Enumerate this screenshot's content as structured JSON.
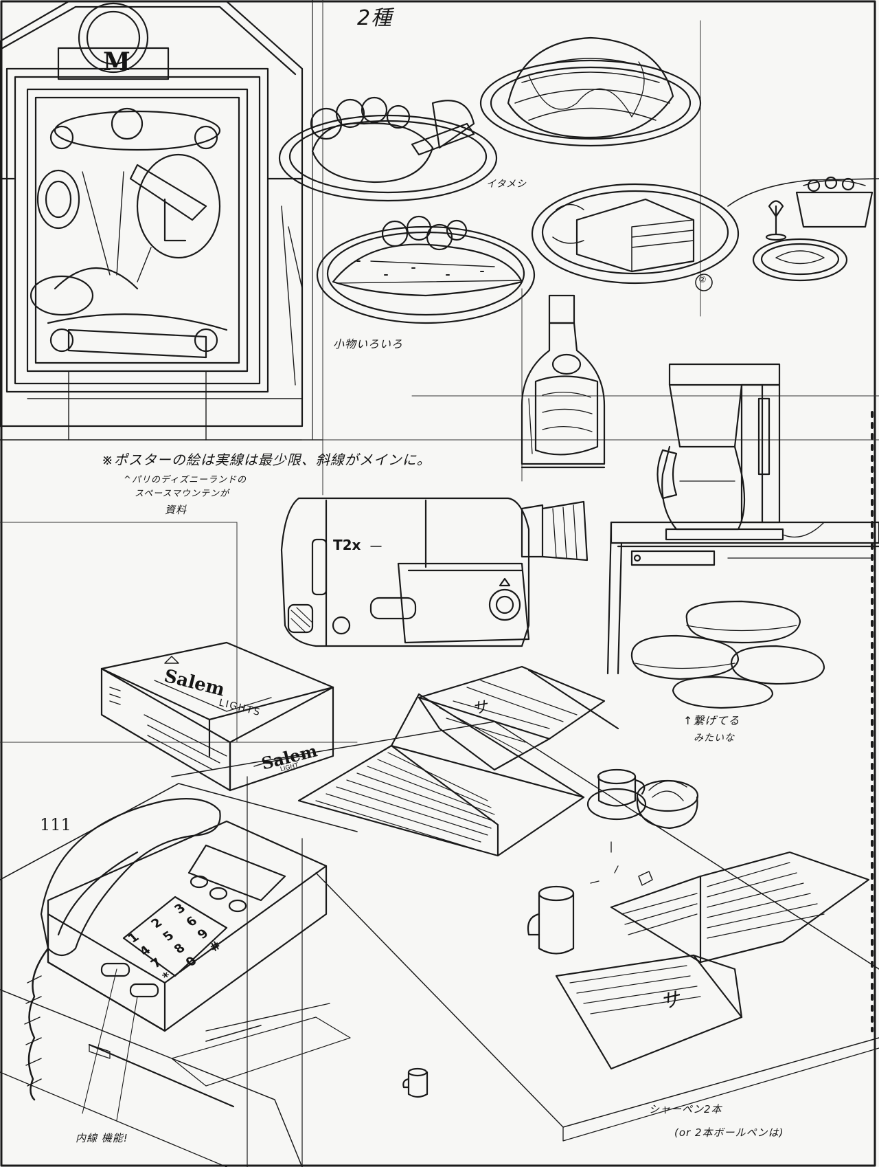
{
  "page": {
    "number": "111",
    "ink_color": "#1a1a1a",
    "paper_color": "#f7f7f5"
  },
  "notes": {
    "title_mark": "2種",
    "small_items": "小物いろいろ",
    "italian": "イタメシ",
    "circle_two": "②",
    "poster_main": "※ポスターの絵は実線は最少限、斜線がメインに。",
    "poster_ref_line1": "^パリのディズニーランドの",
    "poster_ref_line2": "スペースマウンテンが",
    "poster_ref_line3": "資料",
    "camera_zoom": "T2x",
    "bread": "↑繋げてる",
    "bread_line2": "みたいな",
    "phone_note": "内線 機能!",
    "book_note_line1": "シャーペン2本",
    "book_note_line2": "(or 2本ボールペンは)"
  },
  "poster": {
    "letter": "M"
  },
  "cigarettes": {
    "brand": "Salem",
    "variant": "LIGHTS",
    "variant_small": "LIGHT"
  },
  "phone": {
    "keys": [
      "1",
      "2",
      "3",
      "4",
      "5",
      "6",
      "7",
      "8",
      "9",
      "*",
      "0",
      "#"
    ]
  },
  "books": {
    "open_book_mark": "サ"
  }
}
